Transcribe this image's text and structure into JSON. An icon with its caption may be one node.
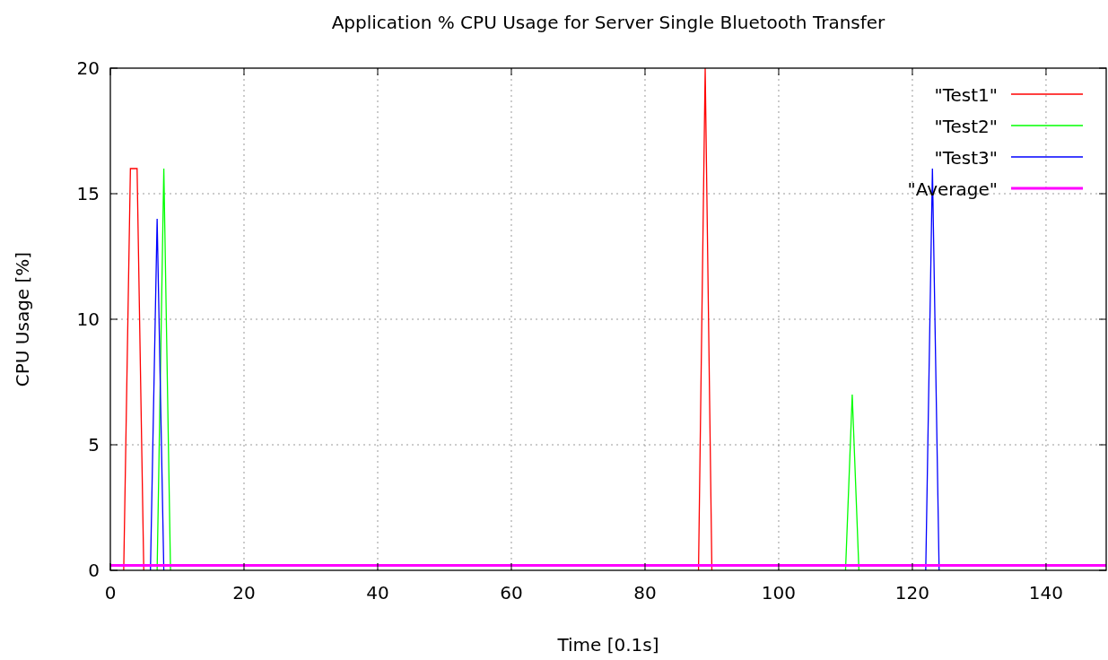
{
  "diagram": {
    "chart_data": {
      "type": "line",
      "title": "Application % CPU Usage for Server Single Bluetooth Transfer",
      "xlabel": "Time [0.1s]",
      "ylabel": "CPU Usage [%]",
      "x": [
        0,
        2,
        3,
        4,
        5,
        6,
        7,
        8,
        9,
        88,
        89,
        90,
        110,
        111,
        112,
        122,
        123,
        124,
        149
      ],
      "series": [
        {
          "name": "\"Test1\"",
          "color": "#ff0000",
          "values": [
            null,
            0,
            16,
            16,
            0,
            null,
            null,
            null,
            null,
            0,
            20,
            0,
            null,
            null,
            null,
            null,
            null,
            null,
            null
          ]
        },
        {
          "name": "\"Test2\"",
          "color": "#00ff00",
          "values": [
            null,
            null,
            null,
            null,
            null,
            null,
            0,
            16,
            0,
            null,
            null,
            null,
            0,
            7,
            0,
            null,
            null,
            null,
            null
          ]
        },
        {
          "name": "\"Test3\"",
          "color": "#0000ff",
          "values": [
            null,
            null,
            null,
            null,
            null,
            0,
            14,
            0,
            null,
            null,
            null,
            null,
            null,
            null,
            null,
            0,
            16,
            0,
            null
          ]
        },
        {
          "name": "\"Average\"",
          "color": "#ff00ff",
          "values": [
            0.2,
            0.2,
            0.2,
            0.2,
            0.2,
            0.2,
            0.2,
            0.2,
            0.2,
            0.2,
            0.2,
            0.2,
            0.2,
            0.2,
            0.2,
            0.2,
            0.2,
            0.2,
            0.2
          ]
        }
      ],
      "grid": true,
      "legend": true,
      "xlim": [
        0,
        149
      ],
      "ylim": [
        0,
        20
      ],
      "xticks": [
        0,
        20,
        40,
        60,
        80,
        100,
        120,
        140
      ],
      "yticks": [
        0,
        5,
        10,
        15,
        20
      ]
    }
  }
}
